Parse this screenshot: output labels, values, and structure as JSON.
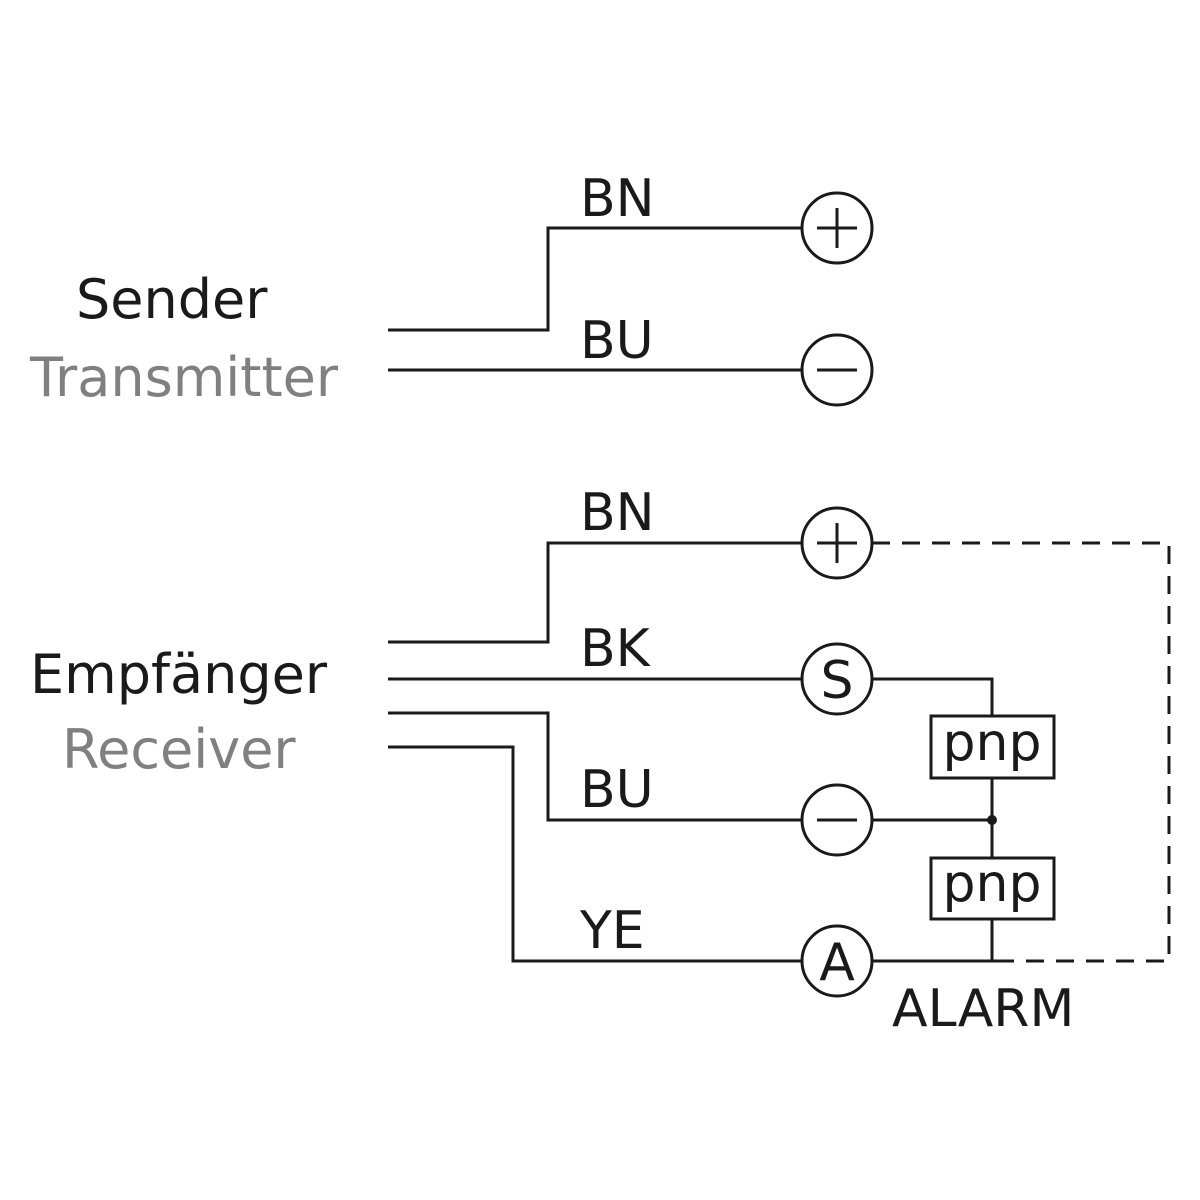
{
  "colors": {
    "primary_text": "#1a1a1a",
    "secondary_text": "#808080",
    "line": "#1a1a1a"
  },
  "transmitter": {
    "label_de": "Sender",
    "label_en": "Transmitter",
    "wires": [
      {
        "color_code": "BN",
        "terminal": "+"
      },
      {
        "color_code": "BU",
        "terminal": "−"
      }
    ]
  },
  "receiver": {
    "label_de": "Empfänger",
    "label_en": "Receiver",
    "wires": [
      {
        "color_code": "BN",
        "terminal": "+"
      },
      {
        "color_code": "BK",
        "terminal": "S"
      },
      {
        "color_code": "BU",
        "terminal": "−"
      },
      {
        "color_code": "YE",
        "terminal": "A"
      }
    ],
    "outputs": [
      "pnp",
      "pnp"
    ],
    "alarm_label": "ALARM"
  }
}
